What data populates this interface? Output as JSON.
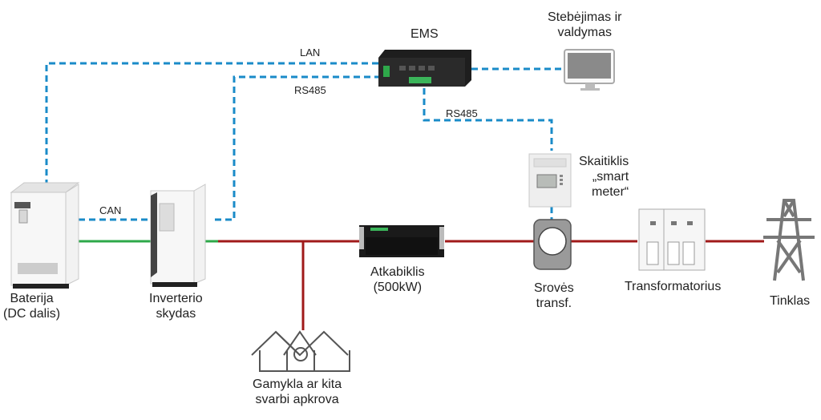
{
  "nodes": {
    "ems": {
      "label": "EMS"
    },
    "monitor": {
      "label_line1": "Stebėjimas ir",
      "label_line2": "valdymas"
    },
    "meter": {
      "label_line1": "Skaitiklis",
      "label_line2": "„smart",
      "label_line3": "meter“"
    },
    "battery": {
      "label_line1": "Baterija",
      "label_line2": "(DC dalis)"
    },
    "inverter": {
      "label_line1": "Inverterio",
      "label_line2": "skydas"
    },
    "disconnector": {
      "label_line1": "Atkabiklis",
      "label_line2": "(500kW)"
    },
    "ct": {
      "label_line1": "Srovės",
      "label_line2": "transf."
    },
    "transformer": {
      "label": "Transformatorius"
    },
    "grid": {
      "label": "Tinklas"
    },
    "load": {
      "label_line1": "Gamykla ar kita",
      "label_line2": "svarbi apkrova"
    }
  },
  "links": {
    "lan": "LAN",
    "rs485_inverter": "RS485",
    "rs485_meter": "RS485",
    "can": "CAN"
  },
  "colors": {
    "comm_line": "#1a8bc8",
    "dc_line": "#2ea84a",
    "ac_line": "#a01a1a",
    "device_gray": "#8a8a8a"
  }
}
